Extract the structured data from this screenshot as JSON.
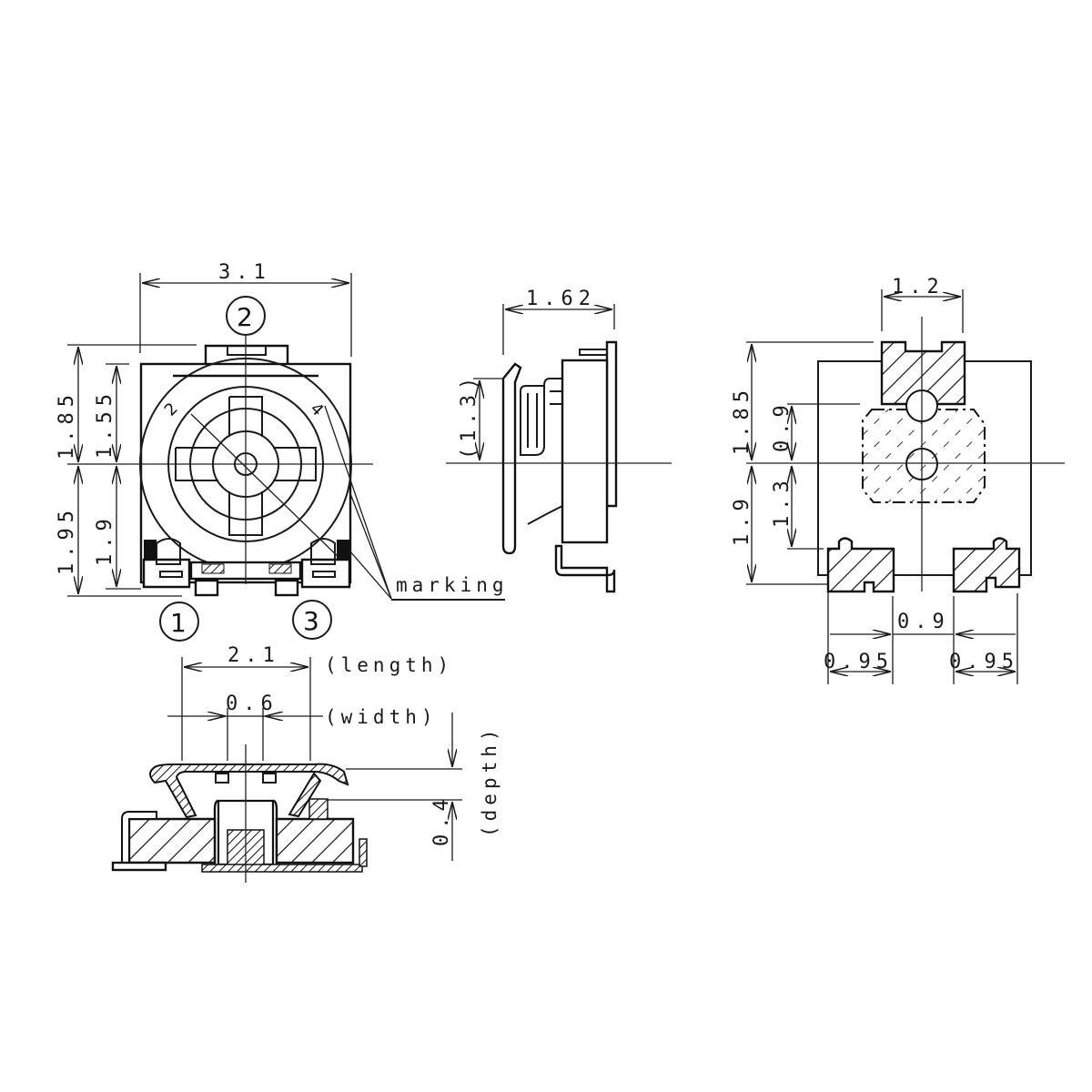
{
  "drawing": {
    "subject": "SMD trimmer potentiometer dimensional drawing",
    "units": "mm",
    "background": "#ffffff",
    "line_color": "#1a1a1a"
  },
  "front_view": {
    "width_dim": "3.1",
    "top_dim": "1.85",
    "top_inner_dim": "1.55",
    "bottom_dim": "1.95",
    "bottom_inner_dim": "1.9",
    "pins": [
      "1",
      "2",
      "3"
    ],
    "dial_marks": [
      "2",
      "4"
    ],
    "marking_label": "marking"
  },
  "side_view": {
    "depth_dim": "1.62",
    "offset_dim": "(1.3)"
  },
  "footprint_view": {
    "pad_width_dim": "1.2",
    "top_dim": "1.85",
    "bottom_dim": "1.9",
    "inner_top_dim": "0.9",
    "inner_bottom_dim": "1.3",
    "pad_gap_dim": "0.9",
    "left_pad_dim": "0.95",
    "right_pad_dim": "0.95"
  },
  "section_view": {
    "length_dim": "2.1",
    "length_label": "(length)",
    "width_dim": "0.6",
    "width_label": "(width)",
    "depth_dim": "0.4",
    "depth_label": "(depth)"
  }
}
